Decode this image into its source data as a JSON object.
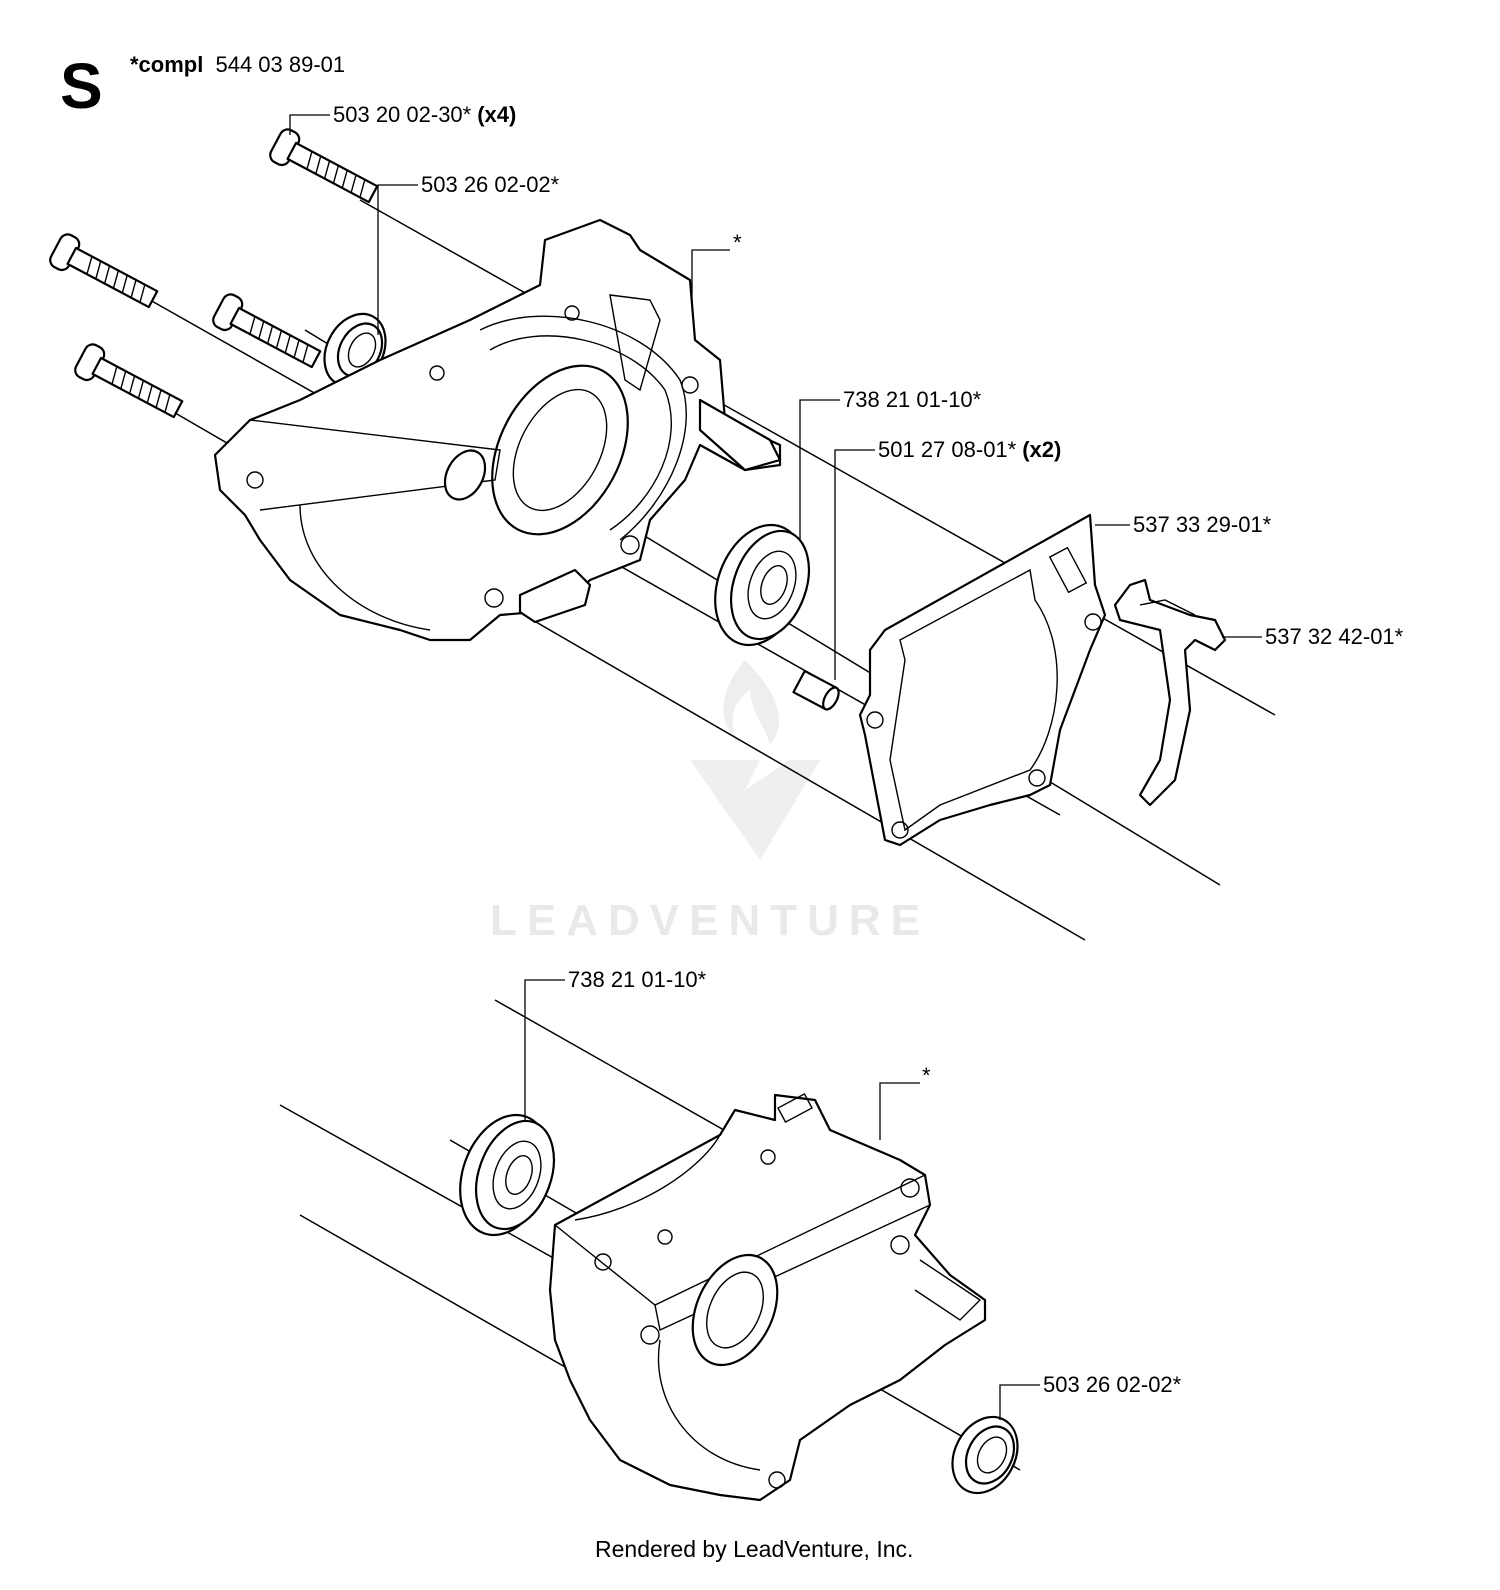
{
  "section_letter": "S",
  "header": {
    "prefix": "*compl",
    "part_number": "544 03 89-01"
  },
  "labels": [
    {
      "id": "screw",
      "text": "503 20 02-30*",
      "qty": "(x4)"
    },
    {
      "id": "seal-top",
      "text": "503 26 02-02*",
      "qty": ""
    },
    {
      "id": "crankcase-top",
      "text": "*",
      "qty": ""
    },
    {
      "id": "bearing-top",
      "text": "738 21 01-10*",
      "qty": ""
    },
    {
      "id": "sleeve",
      "text": "501 27 08-01*",
      "qty": "(x2)"
    },
    {
      "id": "gasket",
      "text": "537 33 29-01*",
      "qty": ""
    },
    {
      "id": "bracket",
      "text": "537 32 42-01*",
      "qty": ""
    },
    {
      "id": "bearing-bottom",
      "text": "738 21 01-10*",
      "qty": ""
    },
    {
      "id": "crankcase-bottom",
      "text": "*",
      "qty": ""
    },
    {
      "id": "seal-bottom",
      "text": "503 26 02-02*",
      "qty": ""
    }
  ],
  "watermark": "LEADVENTURE",
  "footer": "Rendered by LeadVenture, Inc."
}
